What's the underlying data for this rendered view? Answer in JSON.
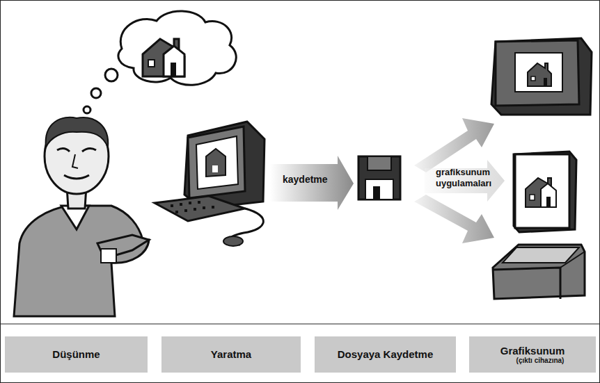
{
  "diagram": {
    "nodes": [
      {
        "text": [
          "Düşünme"
        ]
      },
      {
        "text": [
          "Yaratma"
        ]
      },
      {
        "text": [
          "Dosyaya Kaydetme"
        ]
      },
      {
        "text": [
          "Grafiksunum",
          "(çıktı cihazına)"
        ]
      }
    ],
    "labels": [
      "kaydetme",
      "grafiksunum uygulamaları"
    ]
  }
}
